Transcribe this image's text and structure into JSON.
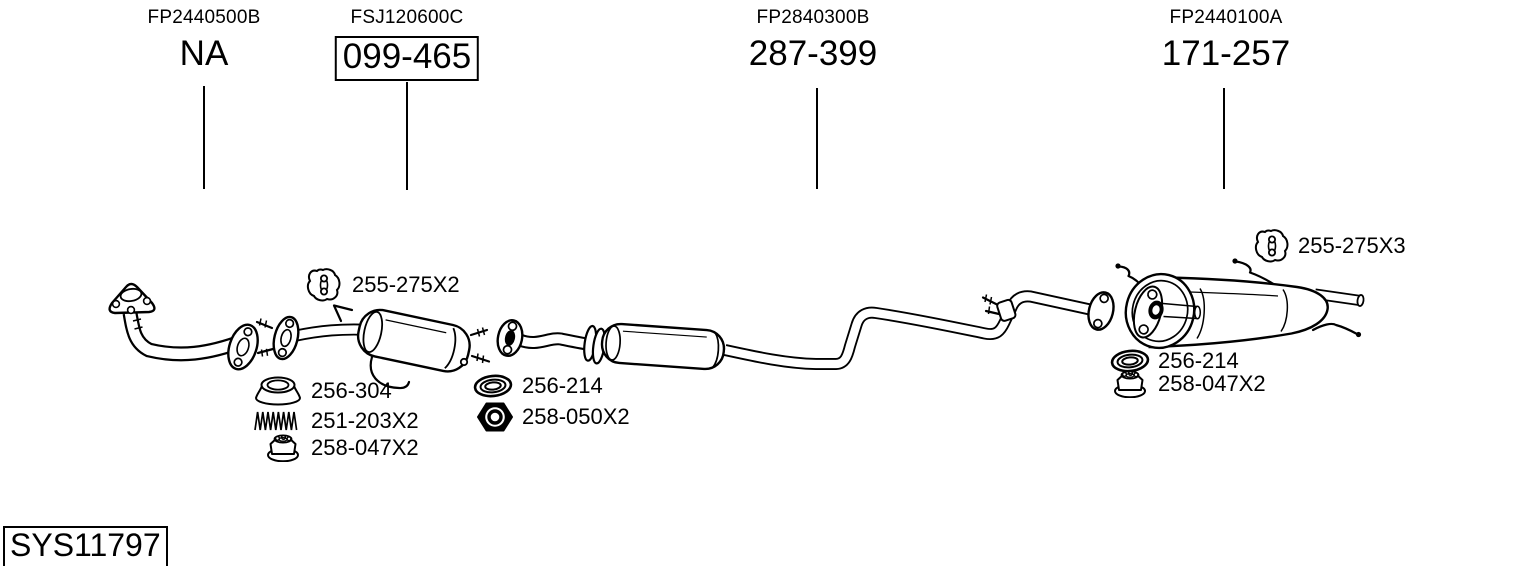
{
  "page": {
    "background": "#ffffff",
    "line_color": "#000000",
    "description": "Exhaust system parts diagram"
  },
  "system_code": "SYS11797",
  "top_labels": [
    {
      "code": "FP2440500B",
      "value": "NA",
      "boxed": false
    },
    {
      "code": "FSJ120600C",
      "value": "099-465",
      "boxed": true
    },
    {
      "code": "FP2840300B",
      "value": "287-399",
      "boxed": false
    },
    {
      "code": "FP2440100A",
      "value": "171-257",
      "boxed": false
    }
  ],
  "part_callouts": [
    {
      "text": "255-275X2",
      "icon": "hanger-icon"
    },
    {
      "text": "256-304",
      "icon": "gasket-cone-icon"
    },
    {
      "text": "251-203X2",
      "icon": "spring-icon"
    },
    {
      "text": "258-047X2",
      "icon": "flange-nut-icon"
    },
    {
      "text": "256-214",
      "icon": "gasket-ring-icon"
    },
    {
      "text": "258-050X2",
      "icon": "hex-nut-icon"
    },
    {
      "text": "255-275X3",
      "icon": "hanger-icon"
    },
    {
      "text": "256-214",
      "icon": "gasket-ring-icon"
    },
    {
      "text": "258-047X2",
      "icon": "flange-nut-icon"
    }
  ]
}
